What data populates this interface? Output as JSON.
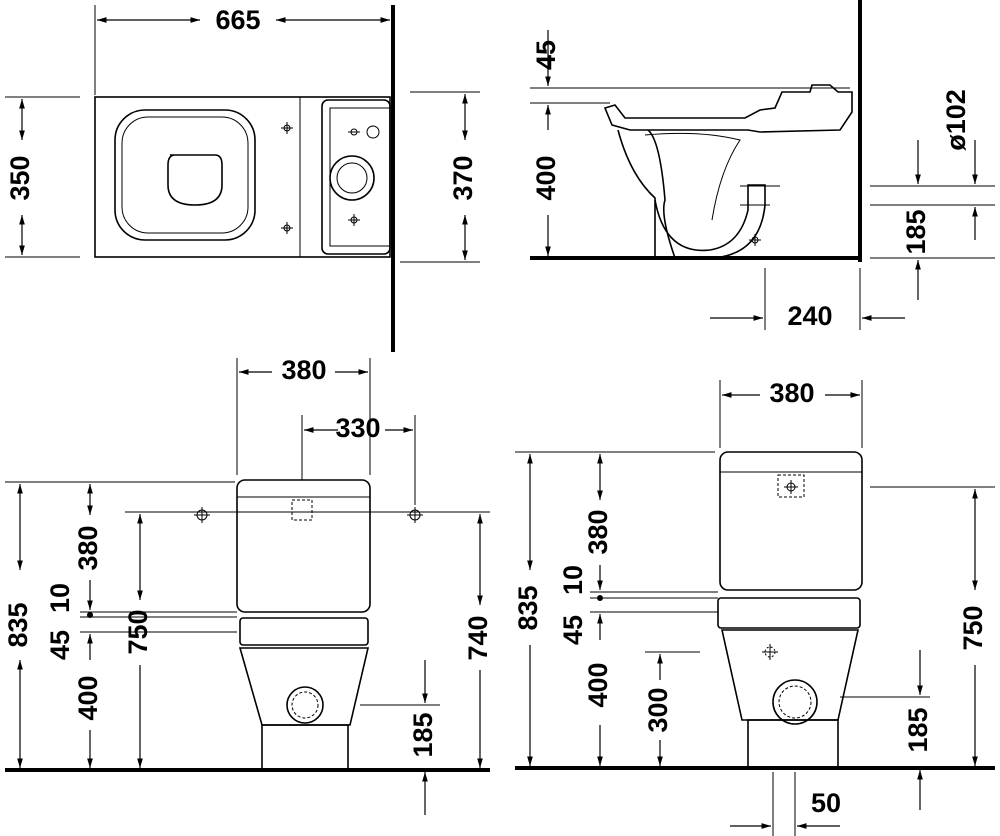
{
  "plan_view": {
    "width": "665",
    "depth_left": "350",
    "depth_right": "370"
  },
  "side_view": {
    "seat_gap": "45",
    "seat_height": "400",
    "outlet_diameter": "ø102",
    "outlet_height": "185",
    "outlet_distance": "240"
  },
  "front_view_left": {
    "tank_width": "380",
    "fixing_spacing": "330",
    "total_height": "835",
    "tank_height": "380",
    "gap": "10",
    "ring": "45",
    "bowl_height": "400",
    "fixing_height_left": "750",
    "fixing_height_right": "740",
    "outlet_height": "185"
  },
  "front_view_right": {
    "tank_width": "380",
    "total_height": "835",
    "tank_height": "380",
    "gap": "10",
    "ring": "45",
    "bowl_height": "400",
    "inlet_height": "300",
    "fixing_height": "750",
    "outlet_height": "185",
    "outlet_offset": "50"
  }
}
